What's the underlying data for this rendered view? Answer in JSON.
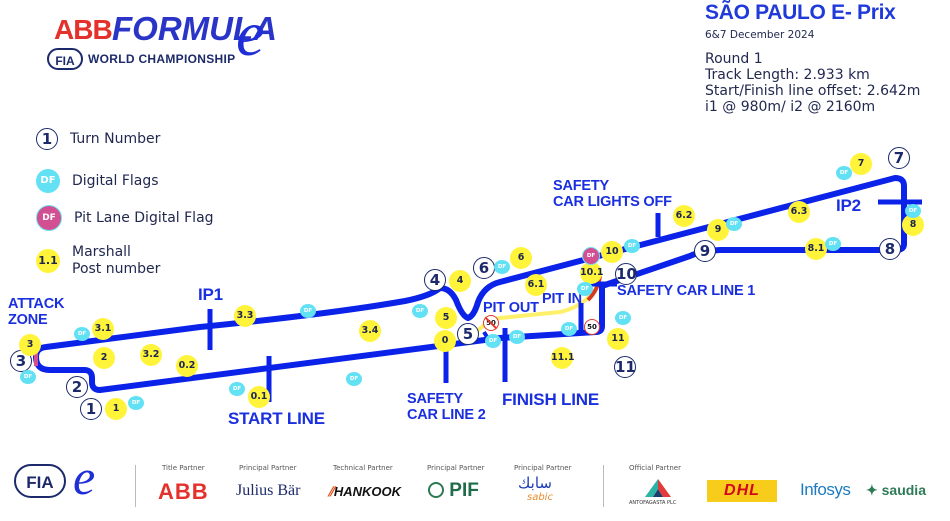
{
  "header": {
    "logo": {
      "abb": "ABB",
      "formula": "FORMULA",
      "e_glyph": "e",
      "fia": "FIA",
      "subtitle": "WORLD CHAMPIONSHIP"
    },
    "event": {
      "title": "SÃO PAULO E- Prix",
      "dates": "6&7 December 2024",
      "round": "Round 1",
      "track_length": "Track Length: 2.933 km",
      "offset": "Start/Finish line offset: 2.642m",
      "intervals": "i1 @ 980m/ i2 @ 2160m"
    }
  },
  "legend": {
    "turn_number": {
      "symbol": "1",
      "label": "Turn Number"
    },
    "digital_flags": {
      "symbol": "DF",
      "label": "Digital Flags"
    },
    "pit_lane_flag": {
      "symbol": "DF",
      "label": "Pit Lane Digital Flag"
    },
    "marshall": {
      "symbol": "1.1",
      "label_line1": "Marshall",
      "label_line2": "Post number"
    }
  },
  "colors": {
    "track": "#0b22e8",
    "label_blue": "#1a2fe0",
    "marshall_yellow": "#fff43a",
    "df_cyan": "#63e1f4",
    "pit_df_pink": "#d24f91",
    "pit_lane_yellow": "#fff06a",
    "pit_lane_red": "#d83a1e",
    "attack_zone": "#d24f91",
    "turn_outline": "#1c2a6b"
  },
  "map": {
    "turns": [
      "1",
      "2",
      "3",
      "4",
      "5",
      "6",
      "7",
      "8",
      "9",
      "10",
      "11"
    ],
    "marshall_posts": [
      "1",
      "2",
      "3",
      "3.1",
      "3.2",
      "0.2",
      "3.3",
      "0.1",
      "3.4",
      "4",
      "5",
      "0",
      "6",
      "6.1",
      "6.2",
      "9",
      "10",
      "10.1",
      "11",
      "11.1",
      "6.3",
      "7",
      "8",
      "8.1"
    ],
    "df_symbol": "DF",
    "labels": {
      "attack_zone": [
        "ATTACK",
        "ZONE"
      ],
      "ip1": "IP1",
      "ip2": "IP2",
      "start_line": "START LINE",
      "finish_line": "FINISH LINE",
      "safety_car_line_2": [
        "SAFETY",
        "CAR LINE 2"
      ],
      "safety_car_line_1": "SAFETY CAR LINE 1",
      "safety_car_lights_off": [
        "SAFETY",
        "CAR LIGHTS OFF"
      ],
      "pit_out": "PIT OUT",
      "pit_in": "PIT IN"
    },
    "speed_limits": [
      "50",
      "50"
    ]
  },
  "footer": {
    "fia": "FIA",
    "fe_glyph": "e",
    "partners": [
      {
        "caption": "Title Partner",
        "name": "ABB"
      },
      {
        "caption": "Principal Partner",
        "name": "Julius Bär"
      },
      {
        "caption": "Technical Partner",
        "name": "HANKOOK"
      },
      {
        "caption": "Principal Partner",
        "name": "PIF"
      },
      {
        "caption": "Principal Partner",
        "name": "سابك",
        "sub": "sabic"
      },
      {
        "caption": "Official Partner",
        "name": "ANTOFAGASTA PLC"
      },
      {
        "caption": "",
        "name": "DHL"
      },
      {
        "caption": "",
        "name": "Infosys"
      },
      {
        "caption": "",
        "name": "saudia"
      }
    ]
  }
}
